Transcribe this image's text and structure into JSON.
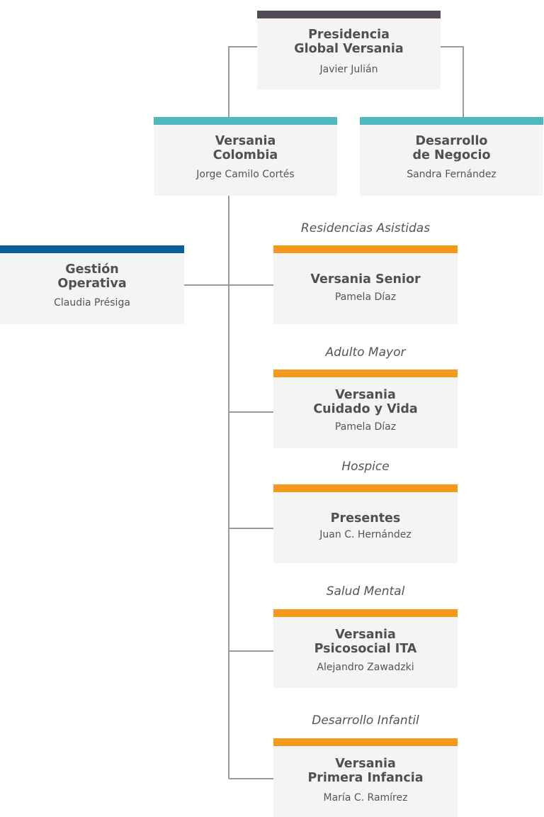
{
  "colors": {
    "top": "#524a56",
    "teal": "#4fb8bd",
    "blue": "#0c5f97",
    "orange": "#f29a1e",
    "connector": "#9a9a9a",
    "box": "#f4f4f4"
  },
  "presidencia": {
    "title_1": "Presidencia",
    "title_2": "Global Versania",
    "person": "Javier Julián"
  },
  "colombia": {
    "title_1": "Versania",
    "title_2": "Colombia",
    "person": "Jorge Camilo Cortés"
  },
  "desarrollo_negocio": {
    "title_1": "Desarrollo",
    "title_2": "de Negocio",
    "person": "Sandra Fernández"
  },
  "gestion": {
    "title_1": "Gestión",
    "title_2": "Operativa",
    "person": "Claudia Présiga"
  },
  "categories": {
    "residencias": "Residencias Asistidas",
    "adulto": "Adulto Mayor",
    "hospice": "Hospice",
    "salud": "Salud Mental",
    "infantil": "Desarrollo Infantil"
  },
  "senior": {
    "title_1": "Versania Senior",
    "person": "Pamela Díaz"
  },
  "cuidado": {
    "title_1": "Versania",
    "title_2": "Cuidado y Vida",
    "person": "Pamela Díaz"
  },
  "presentes": {
    "title_1": "Presentes",
    "person": "Juan C. Hernández"
  },
  "psicosocial": {
    "title_1": "Versania",
    "title_2": "Psicosocial ITA",
    "person": "Alejandro Zawadzki"
  },
  "primera": {
    "title_1": "Versania",
    "title_2": "Primera Infancia",
    "person": "María C. Ramírez"
  }
}
